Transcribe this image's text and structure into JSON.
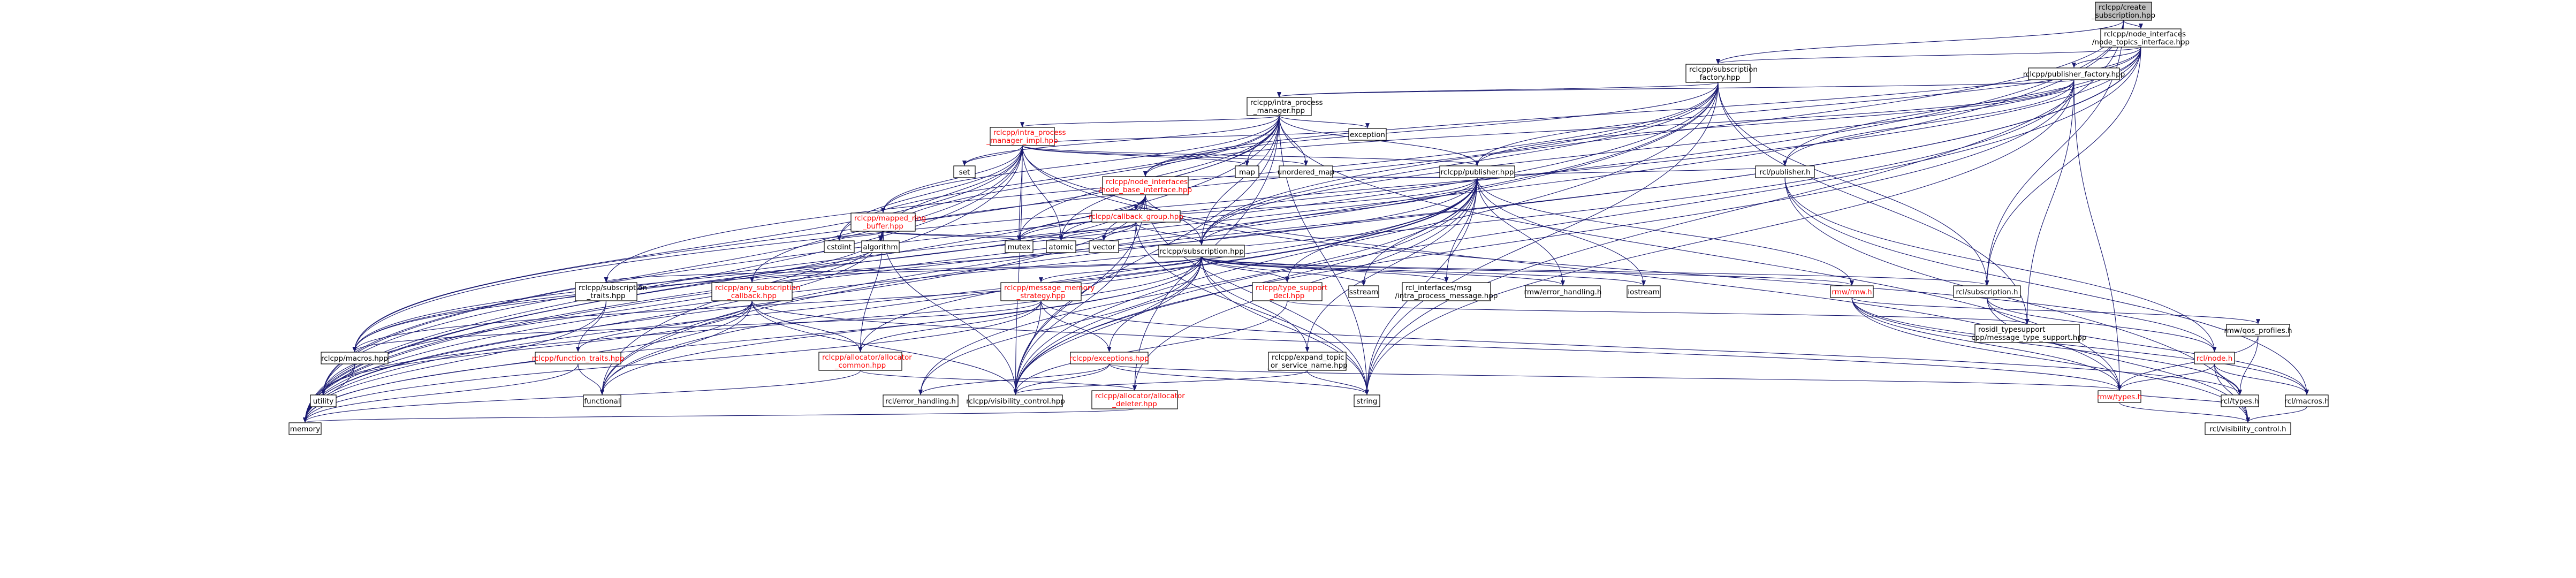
{
  "colors": {
    "root_fill": "#bfbfbf",
    "edge": "#191970",
    "node_border": "#000000",
    "missing_border": "#bfbfbf",
    "red_text": "#ff0000"
  },
  "nodes": {
    "root": {
      "lines": [
        "rclcpp/create",
        "_subscription.hpp"
      ]
    },
    "node_topics": {
      "lines": [
        "rclcpp/node_interfaces",
        "/node_topics_interface.hpp"
      ]
    },
    "sub_factory": {
      "lines": [
        "rclcpp/subscription",
        "_factory.hpp"
      ]
    },
    "pub_factory": {
      "lines": [
        "rclcpp/publisher_factory.hpp"
      ]
    },
    "ipm": {
      "lines": [
        "rclcpp/intra_process",
        "_manager.hpp"
      ]
    },
    "exception": {
      "lines": [
        "exception"
      ]
    },
    "ipm_impl": {
      "lines": [
        "rclcpp/intra_process",
        "_manager_impl.hpp"
      ]
    },
    "set": {
      "lines": [
        "set"
      ]
    },
    "map": {
      "lines": [
        "map"
      ]
    },
    "unordered_map": {
      "lines": [
        "unordered_map"
      ]
    },
    "publisher_hpp": {
      "lines": [
        "rclcpp/publisher.hpp"
      ]
    },
    "rcl_publisher_h": {
      "lines": [
        "rcl/publisher.h"
      ]
    },
    "node_base": {
      "lines": [
        "rclcpp/node_interfaces",
        "/node_base_interface.hpp"
      ]
    },
    "callback_group": {
      "lines": [
        "rclcpp/callback_group.hpp"
      ]
    },
    "mapped_ring": {
      "lines": [
        "rclcpp/mapped_ring",
        "_buffer.hpp"
      ]
    },
    "cstdint": {
      "lines": [
        "cstdint"
      ]
    },
    "algorithm": {
      "lines": [
        "algorithm"
      ]
    },
    "mutex": {
      "lines": [
        "mutex"
      ]
    },
    "atomic": {
      "lines": [
        "atomic"
      ]
    },
    "vector": {
      "lines": [
        "vector"
      ]
    },
    "subscription_hpp": {
      "lines": [
        "rclcpp/subscription.hpp"
      ]
    },
    "sub_traits": {
      "lines": [
        "rclcpp/subscription",
        "_traits.hpp"
      ]
    },
    "any_sub_cb": {
      "lines": [
        "rclcpp/any_subscription",
        "_callback.hpp"
      ]
    },
    "msg_memory": {
      "lines": [
        "rclcpp/message_memory",
        "_strategy.hpp"
      ]
    },
    "type_support": {
      "lines": [
        "rclcpp/type_support",
        "_decl.hpp"
      ]
    },
    "sstream": {
      "lines": [
        "sstream"
      ]
    },
    "rcl_intra": {
      "lines": [
        "rcl_interfaces/msg",
        "/intra_process_message.hpp"
      ]
    },
    "rmw_error": {
      "lines": [
        "rmw/error_handling.h"
      ]
    },
    "iostream": {
      "lines": [
        "iostream"
      ]
    },
    "rmw_rmw": {
      "lines": [
        "rmw/rmw.h"
      ]
    },
    "rcl_subscription_h": {
      "lines": [
        "rcl/subscription.h"
      ]
    },
    "rosidl_ts": {
      "lines": [
        "rosidl_typesupport",
        "_cpp/message_type_support.hpp"
      ]
    },
    "rmw_qos": {
      "lines": [
        "rmw/qos_profiles.h"
      ]
    },
    "rcl_node": {
      "lines": [
        "rcl/node.h"
      ]
    },
    "macros": {
      "lines": [
        "rclcpp/macros.hpp"
      ]
    },
    "function_traits": {
      "lines": [
        "rclcpp/function_traits.hpp"
      ]
    },
    "alloc_common": {
      "lines": [
        "rclcpp/allocator/allocator",
        "_common.hpp"
      ]
    },
    "exceptions": {
      "lines": [
        "rclcpp/exceptions.hpp"
      ]
    },
    "expand_topic": {
      "lines": [
        "rclcpp/expand_topic",
        "_or_service_name.hpp"
      ]
    },
    "utility": {
      "lines": [
        "utility"
      ]
    },
    "functional": {
      "lines": [
        "functional"
      ]
    },
    "rcl_error": {
      "lines": [
        "rcl/error_handling.h"
      ]
    },
    "visibility": {
      "lines": [
        "rclcpp/visibility_control.hpp"
      ]
    },
    "alloc_deleter": {
      "lines": [
        "rclcpp/allocator/allocator",
        "_deleter.hpp"
      ]
    },
    "string": {
      "lines": [
        "string"
      ]
    },
    "rmw_types": {
      "lines": [
        "rmw/types.h"
      ]
    },
    "rcl_types": {
      "lines": [
        "rcl/types.h"
      ]
    },
    "rcl_macros": {
      "lines": [
        "rcl/macros.h"
      ]
    },
    "memory": {
      "lines": [
        "memory"
      ]
    },
    "rcl_visibility": {
      "lines": [
        "rcl/visibility_control.h"
      ]
    }
  }
}
